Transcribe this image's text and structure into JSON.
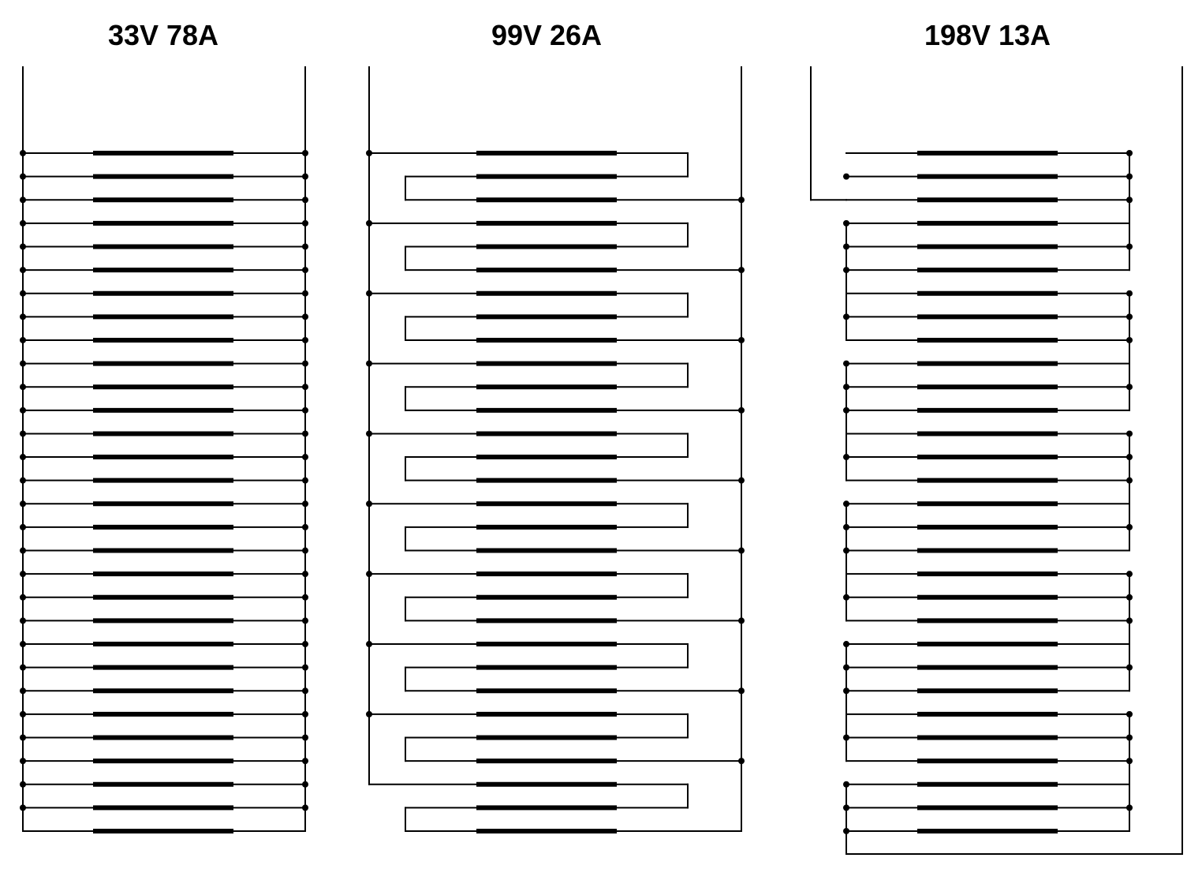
{
  "diagram": {
    "line_color": "#000000",
    "background_color": "#ffffff",
    "configurations": [
      {
        "id": "config-33v",
        "title": "33V 78A",
        "wiring": "all-parallel"
      },
      {
        "id": "config-99v",
        "title": "99V 26A",
        "wiring": "groups-of-three-in-series"
      },
      {
        "id": "config-198v",
        "title": "198V 13A",
        "wiring": "groups-of-six-in-series"
      }
    ]
  }
}
